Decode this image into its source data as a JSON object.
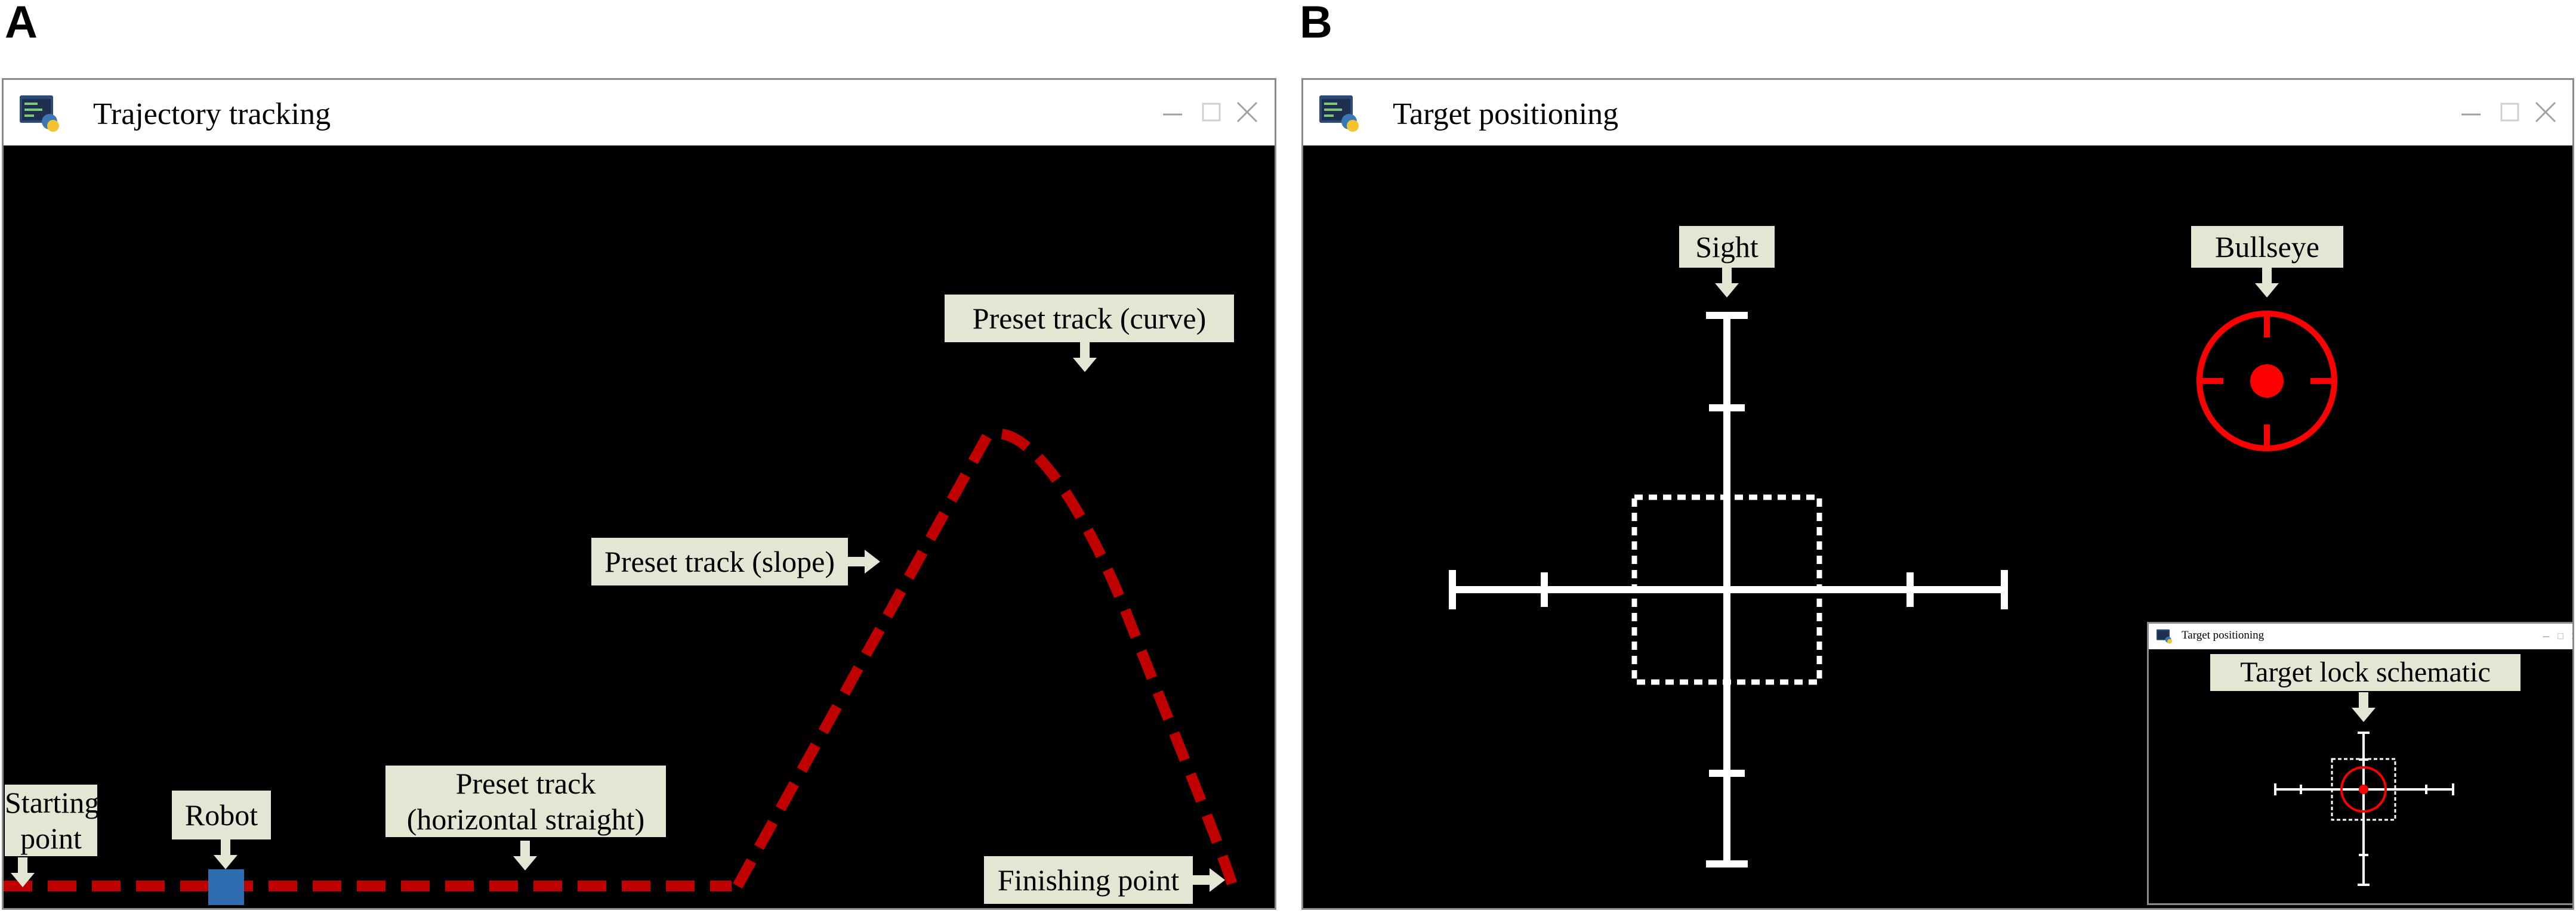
{
  "panels": {
    "a_letter": "A",
    "b_letter": "B"
  },
  "window_a": {
    "title": "Trajectory tracking",
    "labels": {
      "starting_point_line1": "Starting",
      "starting_point_line2": "point",
      "robot": "Robot",
      "preset_horizontal_line1": "Preset track",
      "preset_horizontal_line2": "(horizontal straight)",
      "preset_slope": "Preset track (slope)",
      "preset_curve": "Preset track (curve)",
      "finishing_point": "Finishing point"
    },
    "colors": {
      "track": "#c00000",
      "robot": "#2e6db0",
      "label_bg": "#e2e6d2"
    }
  },
  "window_b": {
    "title": "Target positioning",
    "labels": {
      "sight": "Sight",
      "bullseye": "Bullseye"
    },
    "colors": {
      "bullseye": "#ff0000",
      "sight": "#ffffff"
    },
    "inset": {
      "title": "Target positioning",
      "label": "Target lock schematic"
    }
  },
  "icons": {
    "app": "python-app-icon",
    "minimize": "minimize-icon",
    "maximize": "maximize-icon",
    "close": "close-icon"
  }
}
